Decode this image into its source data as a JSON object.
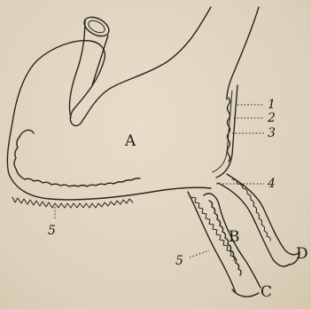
{
  "figure": {
    "labels": {
      "A": "A",
      "B": "B",
      "C": "C",
      "D": "D",
      "n1": "1",
      "n2": "2",
      "n3": "3",
      "n4": "4",
      "n5a": "5",
      "n5b": "5"
    }
  }
}
